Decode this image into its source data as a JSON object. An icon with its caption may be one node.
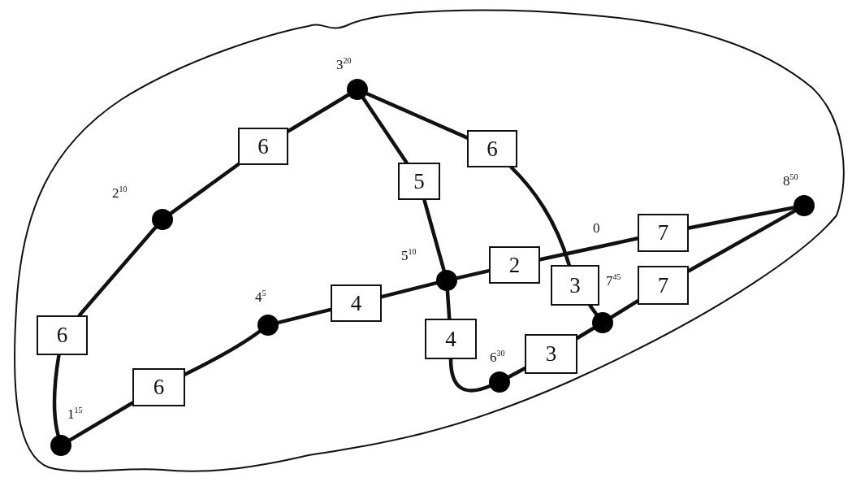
{
  "diagram": {
    "nodes": [
      {
        "text": [],
        "shape": "cloud"
      },
      {
        "text": [],
        "shape": "circle",
        "in": 0,
        "beside": [
          "3$^{20}$"
        ]
      },
      {
        "text": [
          "6"
        ],
        "in": 0
      },
      {
        "text": [
          "6"
        ],
        "in": 0
      },
      {
        "text": [
          "5"
        ],
        "in": 0
      },
      {
        "text": [],
        "shape": "circle",
        "in": 0,
        "beside": [
          "8$^{50}$"
        ]
      },
      {
        "text": [],
        "shape": "circle",
        "in": 0,
        "beside": [
          "2$^{10}$"
        ]
      },
      {
        "text": [
          "7"
        ],
        "in": 0
      },
      {
        "text": [
          "2"
        ],
        "in": 0
      },
      {
        "text": [],
        "shape": "circle",
        "in": 0,
        "beside": [
          "5$^{10}$"
        ]
      },
      {
        "text": [
          "3"
        ],
        "in": 0
      },
      {
        "text": [
          "7"
        ],
        "in": 0
      },
      {
        "text": [
          "4"
        ],
        "in": 0
      },
      {
        "text": [],
        "shape": "circle",
        "in": 0,
        "beside": [
          "4$^{5}$"
        ]
      },
      {
        "text": [],
        "shape": "circle",
        "in": 0
      },
      {
        "text": [
          "6"
        ],
        "in": 0
      },
      {
        "text": [
          "4"
        ],
        "in": 0
      },
      {
        "text": [
          "3"
        ],
        "in": 0
      },
      {
        "text": [],
        "shape": "circle",
        "in": 0,
        "beside": [
          "6$^{30}$"
        ]
      },
      {
        "text": [
          "6"
        ],
        "in": 0
      },
      {
        "text": [],
        "shape": "circle",
        "in": 0,
        "beside": [
          "1$^{15}$"
        ]
      }
    ],
    "edges": [
      {
        "from": 20,
        "to": 15,
        "arrow": "none"
      },
      {
        "from": 15,
        "to": 6,
        "arrow": "none"
      },
      {
        "from": 6,
        "to": 2,
        "arrow": "none"
      },
      {
        "from": 2,
        "to": 1,
        "arrow": "none"
      },
      {
        "from": 1,
        "to": 4,
        "arrow": "none"
      },
      {
        "from": 4,
        "to": 9,
        "arrow": "none"
      },
      {
        "from": 1,
        "to": 3,
        "arrow": "none"
      },
      {
        "from": 3,
        "to": 10,
        "arrow": "none"
      },
      {
        "from": 10,
        "to": 14,
        "arrow": "none"
      },
      {
        "from": 20,
        "to": 19,
        "arrow": "none"
      },
      {
        "from": 19,
        "to": 13,
        "arrow": "none"
      },
      {
        "from": 13,
        "to": 12,
        "arrow": "none"
      },
      {
        "from": 12,
        "to": 9,
        "arrow": "none"
      },
      {
        "from": 9,
        "to": 8,
        "arrow": "none"
      },
      {
        "from": 8,
        "to": 7,
        "arrow": "none"
      },
      {
        "from": 7,
        "to": 5,
        "arrow": "none"
      },
      {
        "from": 9,
        "to": 16,
        "arrow": "none"
      },
      {
        "from": 16,
        "to": 18,
        "arrow": "none"
      },
      {
        "from": 18,
        "to": 17,
        "arrow": "none"
      },
      {
        "from": 17,
        "to": 14,
        "arrow": "none"
      },
      {
        "from": 14,
        "to": 11,
        "arrow": "none"
      },
      {
        "from": 11,
        "to": 5,
        "arrow": "none"
      }
    ],
    "labels": [
      "0",
      "7$^{45}$"
    ]
  }
}
